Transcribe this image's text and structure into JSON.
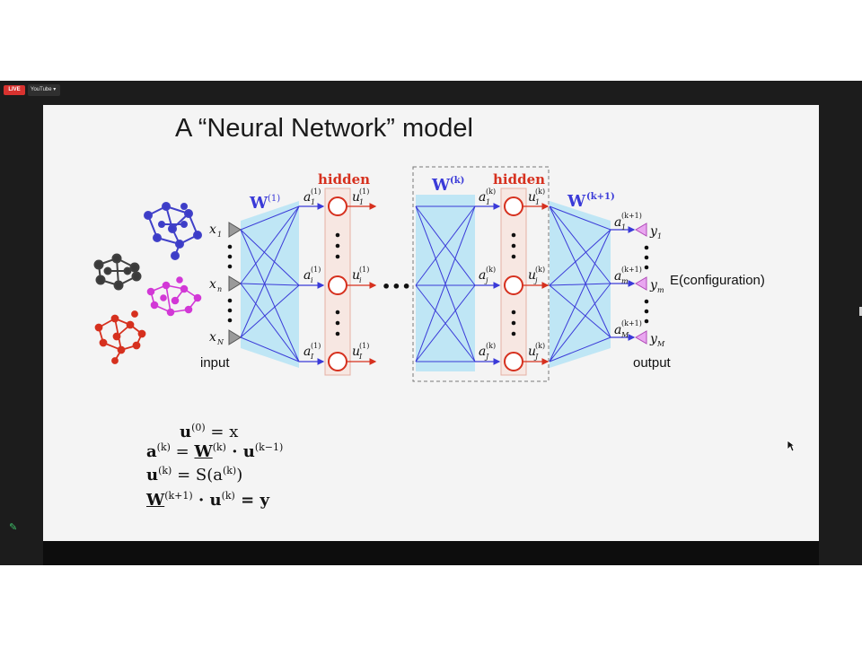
{
  "topbar": {
    "live_badge": "LIVE",
    "source_button": "YouTube",
    "source_caret": "▾"
  },
  "slide": {
    "title": "A “Neural Network” model",
    "hidden_label_1": "hidden",
    "hidden_label_2": "hidden",
    "weights": {
      "w1": "W",
      "w1_sup": "(1)",
      "wk": "W",
      "wk_sup": "(k)",
      "wk1": "W",
      "wk1_sup": "(k+1)"
    },
    "inputs": [
      "x",
      "x",
      "x"
    ],
    "input_subs": [
      "1",
      "n",
      "N"
    ],
    "layer1_a": [
      "a",
      "a",
      "a"
    ],
    "layer1_a_subs": [
      "1",
      "i",
      "I"
    ],
    "layer1_a_sup": "(1)",
    "layer1_u": [
      "u",
      "u",
      "u"
    ],
    "layer1_u_subs": [
      "1",
      "i",
      "I"
    ],
    "layer1_u_sup": "(1)",
    "layerk_a": [
      "a",
      "a",
      "a"
    ],
    "layerk_a_subs": [
      "1",
      "j",
      "J"
    ],
    "layerk_a_sup": "(k)",
    "layerk_u": [
      "u",
      "u",
      "u"
    ],
    "layerk_u_subs": [
      "1",
      "j",
      "J"
    ],
    "layerk_u_sup": "(k)",
    "out_a": [
      "a",
      "a",
      "a"
    ],
    "out_a_subs": [
      "1",
      "m",
      "M"
    ],
    "out_a_sup": "(k+1)",
    "outputs": [
      "y",
      "y",
      "y"
    ],
    "output_subs": [
      "1",
      "m",
      "M"
    ],
    "ellipsis": "•••",
    "input_label": "input",
    "output_label": "output",
    "energy_label": "E(configuration)",
    "equations": {
      "eq1": {
        "lhs": "u",
        "sup": "(0)",
        "rhs": "= x"
      },
      "eq2": {
        "lhs": "a",
        "sup1": "(k)",
        "mid": "= ",
        "w": "W",
        "sup2": "(k)",
        "dot": " · u",
        "sup3": "(k−1)"
      },
      "eq3": {
        "lhs": "u",
        "sup1": "(k)",
        "mid": "= S(a",
        "sup2": "(k)",
        "end": ")"
      },
      "eq4": {
        "w": "W",
        "sup1": "(k+1)",
        "mid": " · u",
        "sup2": "(k)",
        "end": " = y"
      }
    }
  },
  "colors": {
    "accent_blue": "#3a3ad8",
    "accent_red": "#d6301e",
    "light_blue": "#bfe6f5",
    "hidden_bg": "#f7e7e2",
    "magenta": "#d238d6"
  }
}
